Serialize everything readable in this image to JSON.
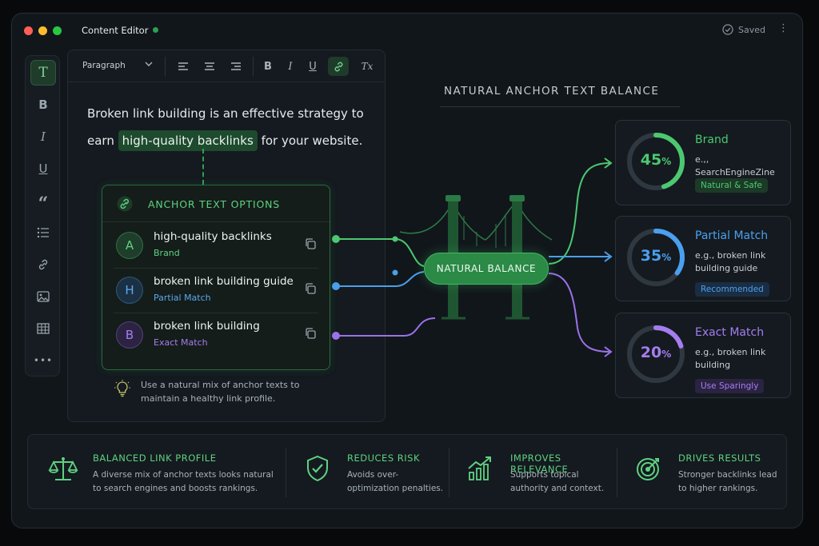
{
  "window": {
    "title": "Content Editor",
    "saved_label": "Saved",
    "traffic_lights": [
      "#ff5f57",
      "#febc2e",
      "#28c840"
    ]
  },
  "sidebar_tools": [
    {
      "icon": "text-tool-icon",
      "glyph": "T"
    },
    {
      "icon": "bold-icon",
      "glyph": "B"
    },
    {
      "icon": "italic-icon",
      "glyph": "I"
    },
    {
      "icon": "underline-icon",
      "glyph": "U"
    },
    {
      "icon": "quote-icon",
      "glyph": "“"
    },
    {
      "icon": "list-icon",
      "glyph": ""
    },
    {
      "icon": "link-icon",
      "glyph": ""
    },
    {
      "icon": "image-icon",
      "glyph": ""
    },
    {
      "icon": "table-icon",
      "glyph": ""
    },
    {
      "icon": "more-icon",
      "glyph": "•••"
    }
  ],
  "toolbar": {
    "paragraph_label": "Paragraph",
    "bold": "B",
    "italic": "I",
    "underline": "U",
    "clear": "Tx"
  },
  "editor": {
    "text_before": "Broken link building is an effective strategy to earn ",
    "highlight": "high-quality backlinks",
    "text_after": " for your website."
  },
  "anchor_options": {
    "title": "ANCHOR TEXT OPTIONS",
    "items": [
      {
        "letter": "A",
        "text": "high-quality backlinks",
        "type": "Brand",
        "color": "#5fd182",
        "bg": "#1e3d2a"
      },
      {
        "letter": "H",
        "text": "broken link building guide",
        "type": "Partial Match",
        "color": "#5aa8f0",
        "bg": "#1c3044"
      },
      {
        "letter": "B",
        "text": "broken link building",
        "type": "Exact Match",
        "color": "#a57df0",
        "bg": "#2c2342"
      }
    ]
  },
  "tip": "Use a natural mix of anchor texts to maintain a healthy link profile.",
  "balance_section": {
    "title": "NATURAL ANCHOR TEXT BALANCE",
    "center_label": "NATURAL BALANCE"
  },
  "stats": [
    {
      "percent": 45,
      "percent_label": "45",
      "title": "Brand",
      "example": "e.,, SearchEngineZine",
      "badge": "Natural & Safe",
      "color": "#4cc870",
      "badge_bg": "#1c3a27"
    },
    {
      "percent": 35,
      "percent_label": "35",
      "title": "Partial Match",
      "example": "e.g., broken link building guide",
      "badge": "Recommended",
      "color": "#4aa0f0",
      "badge_bg": "#1a2d42"
    },
    {
      "percent": 20,
      "percent_label": "20",
      "title": "Exact Match",
      "example": "e.g., broken link building",
      "badge": "Use Sparingly",
      "color": "#a57df0",
      "badge_bg": "#2b2342"
    }
  ],
  "percent_sign": "%",
  "features": [
    {
      "icon": "scale-icon",
      "title": "BALANCED LINK PROFILE",
      "desc": "A diverse mix of anchor texts looks natural to search engines and boosts rankings."
    },
    {
      "icon": "shield-check-icon",
      "title": "REDUCES RISK",
      "desc": "Avoids over-optimization penalties."
    },
    {
      "icon": "growth-chart-icon",
      "title": "IMPROVES RELEVANCE",
      "desc": "Supports topical authority and context."
    },
    {
      "icon": "target-icon",
      "title": "DRIVES RESULTS",
      "desc": "Stronger backlinks lead to higher rankings."
    }
  ]
}
